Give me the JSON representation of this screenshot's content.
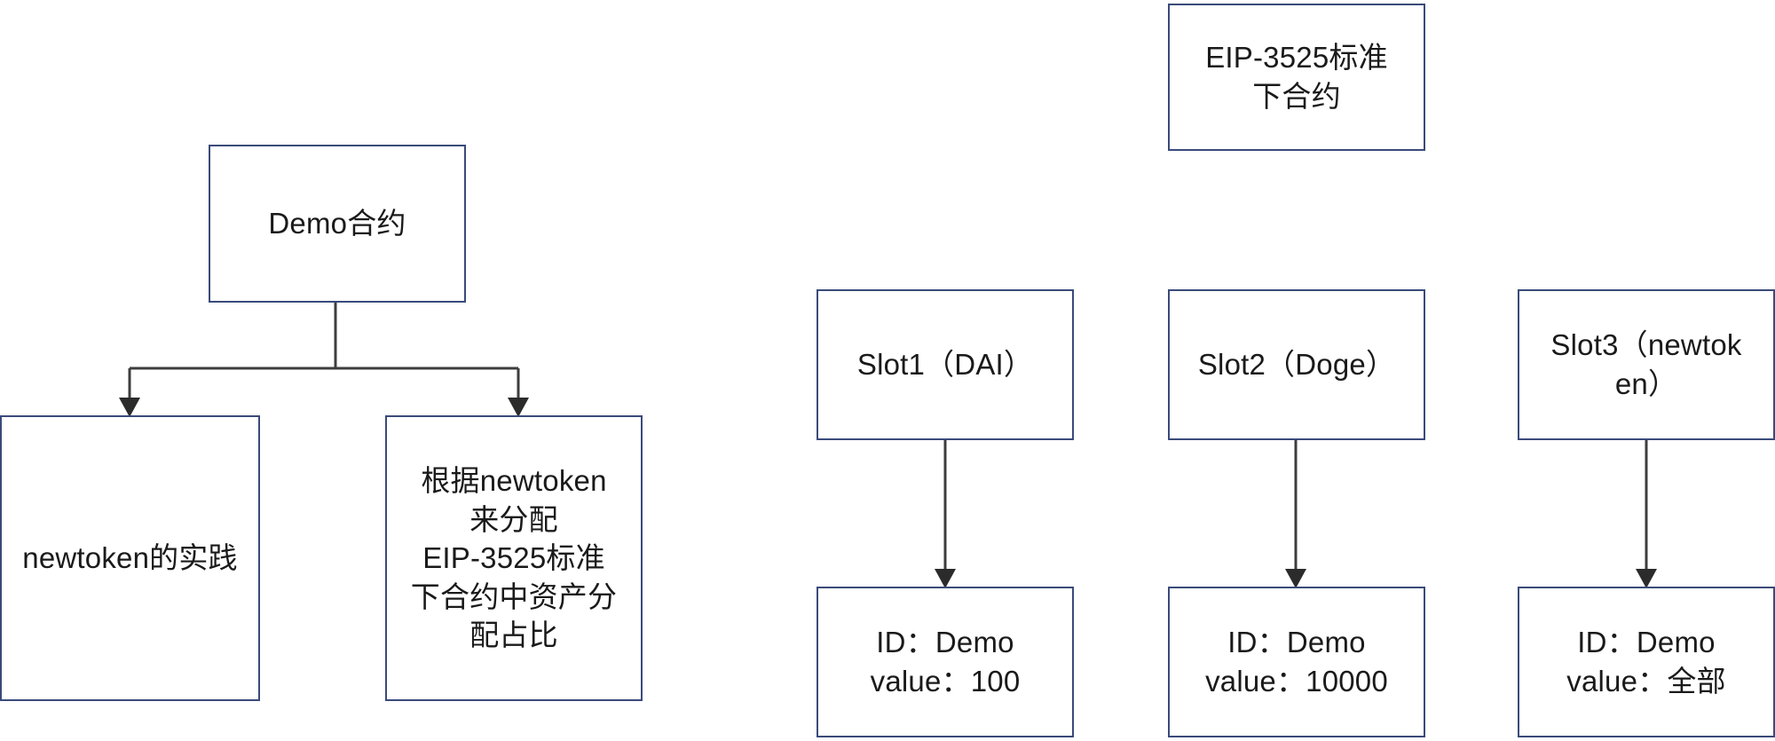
{
  "diagram": {
    "title": "EIP-3525 newtoken allocation diagram",
    "background_color": "#ffffff",
    "node_border_color": "#3a4a7a",
    "connector_color": "#3d3d3d",
    "text_color": "#1a1a1a",
    "left_tree": {
      "root": {
        "id": "demo-contract",
        "text": "Demo合约"
      },
      "children": [
        {
          "id": "newtoken-practice",
          "text": "newtoken的实践"
        },
        {
          "id": "allocation-rule",
          "text": "根据newtoken\n来分配\nEIP-3525标准\n下合约中资产分\n配占比"
        }
      ]
    },
    "right_tree": {
      "header": {
        "id": "eip3525-contract",
        "text": "EIP-3525标准\n下合约"
      },
      "slots": [
        {
          "id": "slot1",
          "title": "Slot1（DAI）",
          "detail": "ID：Demo\nvalue：100",
          "detail_id": "Demo",
          "detail_value": "100"
        },
        {
          "id": "slot2",
          "title": "Slot2（Doge）",
          "detail": "ID：Demo\nvalue：10000",
          "detail_id": "Demo",
          "detail_value": "10000"
        },
        {
          "id": "slot3",
          "title": "Slot3（newtok\nen）",
          "detail": "ID：Demo\nvalue：全部",
          "detail_id": "Demo",
          "detail_value": "全部"
        }
      ]
    }
  }
}
